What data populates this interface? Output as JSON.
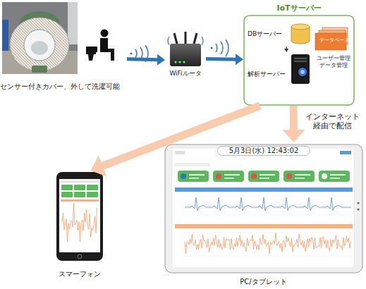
{
  "diagram": {
    "nodes": [
      {
        "text": [
          "センサー付きカバー、外して洗濯可能"
        ]
      },
      {
        "text": [
          "WiFiルータ"
        ]
      },
      {
        "text": [
          "IoTサーバー"
        ]
      },
      {
        "text": [
          "DBサーバー"
        ],
        "in": 2
      },
      {
        "text": [
          "データベース"
        ],
        "in": 2
      },
      {
        "text": [
          "解析サーバー"
        ],
        "in": 2
      },
      {
        "text": [
          "スマーフォン"
        ]
      },
      {
        "text": [
          "5月3日(水) 12:43:02",
          "PC/タブレット"
        ]
      }
    ],
    "edges": [
      {
        "from": 0,
        "to": 1,
        "arrow": "to"
      },
      {
        "from": 1,
        "to": 2,
        "arrow": "to"
      },
      {
        "from": 3,
        "to": 5,
        "arrow": "to"
      },
      {
        "from": 2,
        "to": 6,
        "arrow": "to"
      },
      {
        "from": 2,
        "to": 7,
        "label": "インターネット 経由で配信",
        "arrow": "to"
      }
    ],
    "labels": [
      "ユーザー管理 データ管理"
    ]
  }
}
